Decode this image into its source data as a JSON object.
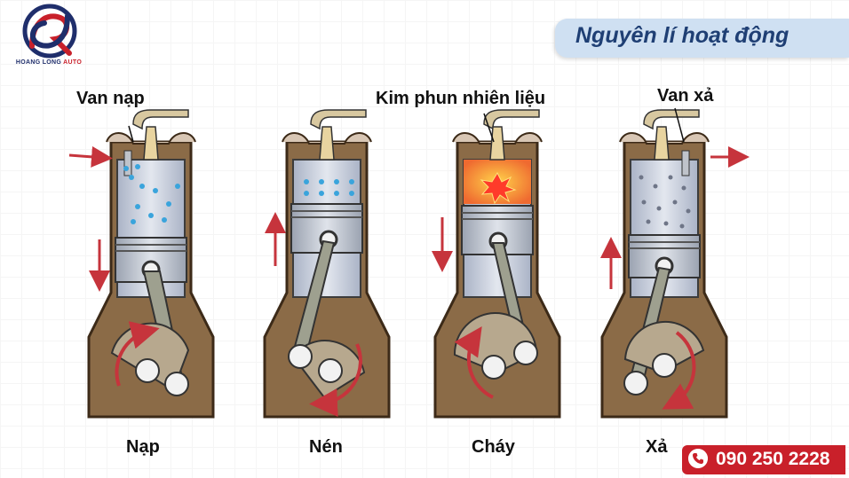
{
  "header": {
    "logo_text": "HOANG LONG",
    "logo_text_accent": "AUTO",
    "title": "Nguyên lí hoạt động"
  },
  "annotations": {
    "intake_valve": "Van nạp",
    "injector": "Kim phun nhiên liệu",
    "exhaust_valve": "Van xả"
  },
  "strokes": [
    {
      "label": "Nạp",
      "piston": "down",
      "arrow": "down"
    },
    {
      "label": "Nén",
      "piston": "up",
      "arrow": "up"
    },
    {
      "label": "Cháy",
      "piston": "down",
      "arrow": "down"
    },
    {
      "label": "Xả",
      "piston": "up",
      "arrow": "up"
    }
  ],
  "contact": {
    "phone": "090 250 2228"
  },
  "colors": {
    "brand_blue": "#1f3f74",
    "brand_red": "#c9202a",
    "crankcase": "#8b6b47",
    "cylinder": "#c6cede",
    "fuel_dots": "#3aa4dc",
    "combustion": "#f07a3c"
  }
}
